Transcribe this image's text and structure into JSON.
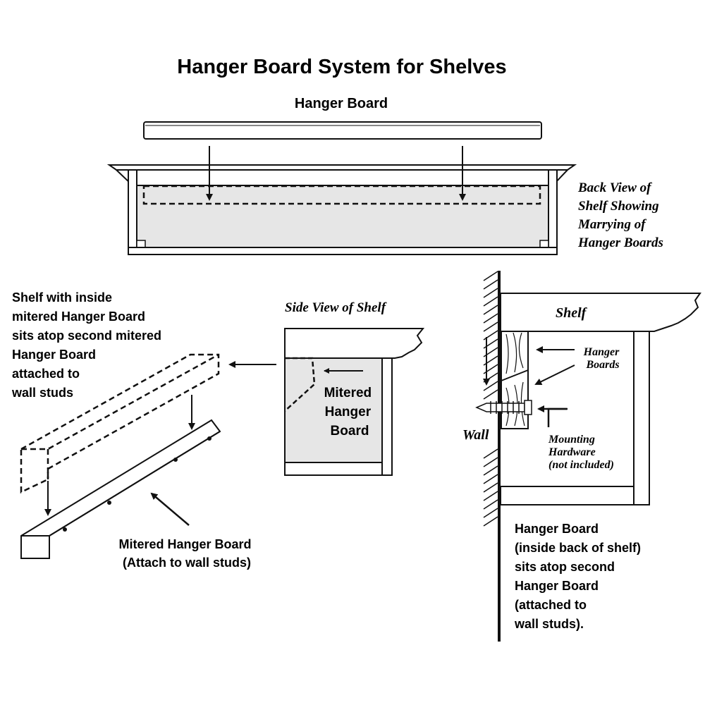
{
  "title": "Hanger Board System for Shelves",
  "back_view": {
    "heading": "Hanger Board",
    "caption_lines": [
      "Back View of",
      "Shelf Showing",
      "Marrying of",
      "Hanger Boards"
    ]
  },
  "left_view": {
    "caption_lines": [
      "Shelf with inside",
      "mitered Hanger Board",
      "sits atop second mitered",
      "Hanger Board",
      "attached to",
      "wall studs"
    ],
    "board_label_lines": [
      "Mitered Hanger Board",
      "(Attach to wall studs)"
    ]
  },
  "side_view": {
    "heading": "Side View of Shelf",
    "label_lines": [
      "Mitered",
      "Hanger",
      "Board"
    ]
  },
  "wall_view": {
    "shelf_label": "Shelf",
    "wall_label": "Wall",
    "hanger_boards_lines": [
      "Hanger",
      "Boards"
    ],
    "hardware_lines": [
      "Mounting",
      "Hardware",
      "(not included)"
    ],
    "caption_lines": [
      "Hanger Board",
      "(inside back of shelf)",
      "sits atop second",
      "Hanger Board",
      "(attached to",
      "wall studs)."
    ]
  },
  "colors": {
    "ink": "#111111",
    "fill_gray": "#e6e6e6",
    "paper": "#ffffff"
  }
}
